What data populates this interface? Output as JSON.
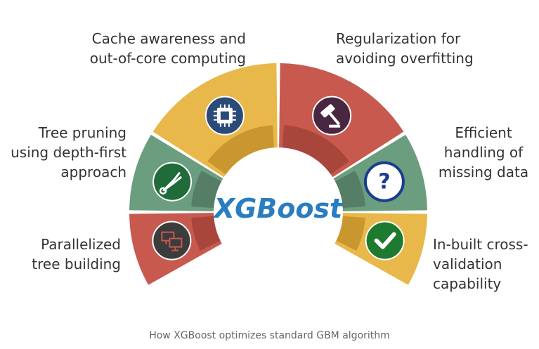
{
  "center": {
    "title": "XGBoost",
    "color": "#2a7dc0"
  },
  "segments": [
    {
      "id": "parallel",
      "lines": [
        "Parallelized",
        "tree building"
      ],
      "icon": "computer-monitors-icon",
      "color": "#c8594e",
      "inner_color": "#a8463c"
    },
    {
      "id": "tree",
      "lines": [
        "Tree pruning",
        "using depth-first",
        "approach"
      ],
      "icon": "pruning-shears-icon",
      "color": "#6a9e7f",
      "inner_color": "#567d66"
    },
    {
      "id": "cache",
      "lines": [
        "Cache  awareness and",
        "out-of-core computing"
      ],
      "icon": "cpu-chip-icon",
      "color": "#e8b84a",
      "inner_color": "#c9962f"
    },
    {
      "id": "reg",
      "lines": [
        "Regularization for",
        "avoiding overfitting"
      ],
      "icon": "gavel-icon",
      "color": "#c8594e",
      "inner_color": "#a8463c"
    },
    {
      "id": "missing",
      "lines": [
        "Efficient",
        "handling of",
        "missing data"
      ],
      "icon": "question-mark-icon",
      "color": "#6a9e7f",
      "inner_color": "#567d66"
    },
    {
      "id": "cv",
      "lines": [
        "In-built cross-",
        "validation",
        "capability"
      ],
      "icon": "checkmark-icon",
      "color": "#e8b84a",
      "inner_color": "#c9962f"
    }
  ],
  "caption": "How XGBoost optimizes standard GBM algorithm"
}
